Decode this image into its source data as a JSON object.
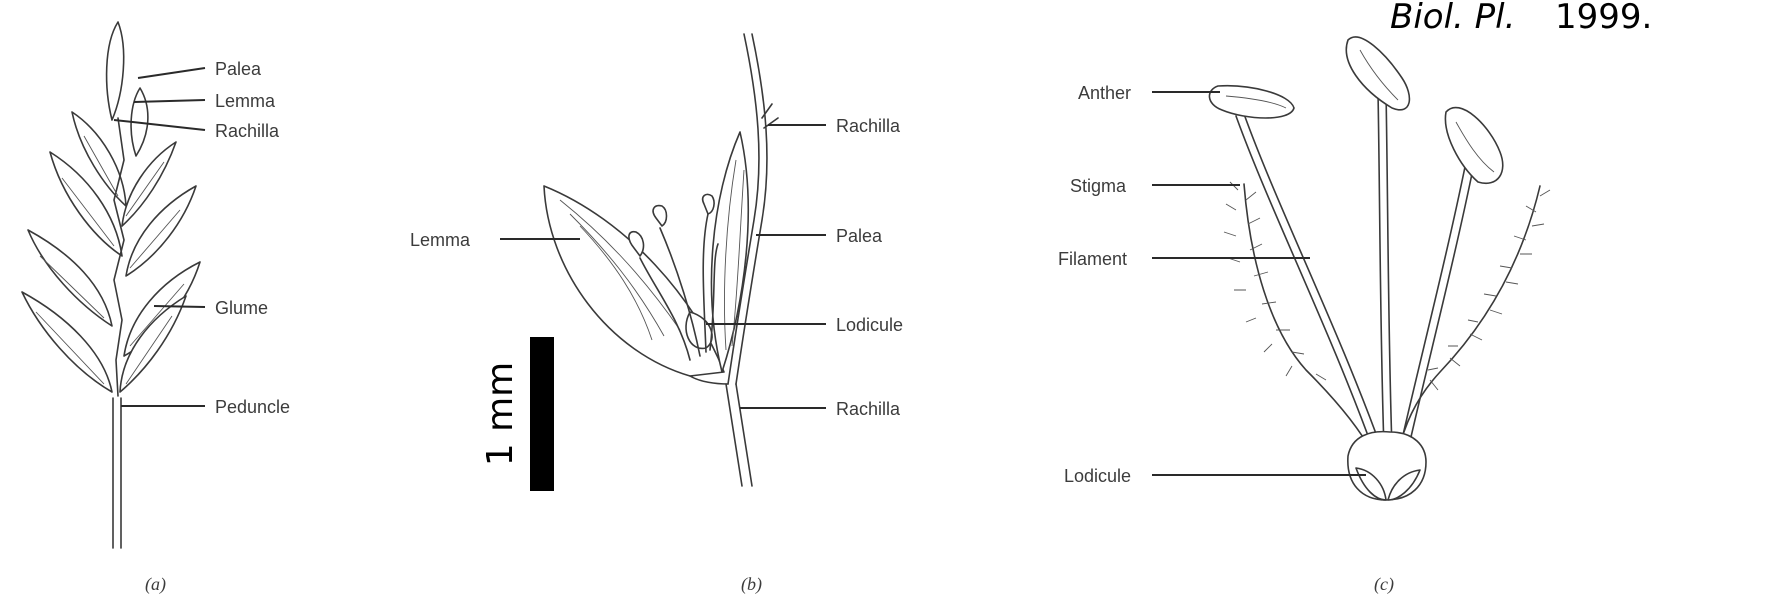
{
  "citation": {
    "prefix": "Biol. Pl.",
    "year": "1999."
  },
  "scale_bar": {
    "label": "1 mm"
  },
  "panel_a": {
    "caption": "(a)",
    "labels": {
      "palea": "Palea",
      "lemma": "Lemma",
      "rachilla": "Rachilla",
      "glume": "Glume",
      "peduncle": "Peduncle"
    }
  },
  "panel_b": {
    "caption": "(b)",
    "labels": {
      "rachilla_top": "Rachilla",
      "lemma": "Lemma",
      "palea": "Palea",
      "lodicule": "Lodicule",
      "rachilla_bottom": "Rachilla"
    }
  },
  "panel_c": {
    "caption": "(c)",
    "labels": {
      "anther": "Anther",
      "stigma": "Stigma",
      "filament": "Filament",
      "lodicule": "Lodicule"
    }
  },
  "colors": {
    "ink": "#3a3a3a",
    "scale_bar": "#000000",
    "background": "#ffffff"
  }
}
